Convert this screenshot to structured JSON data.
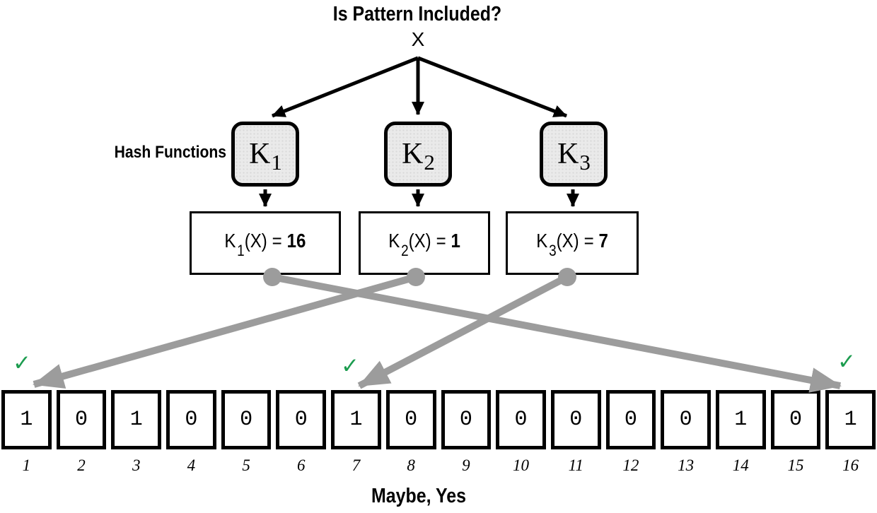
{
  "title": "Is Pattern Included?",
  "input": {
    "label": "X"
  },
  "hash_functions": {
    "label": "Hash Functions",
    "nodes": [
      {
        "name": "K",
        "sub": "1"
      },
      {
        "name": "K",
        "sub": "2"
      },
      {
        "name": "K",
        "sub": "3"
      }
    ]
  },
  "hash_results": [
    {
      "func": "K",
      "sub": "1",
      "arg": "(X)",
      "eq": "=",
      "value": "16"
    },
    {
      "func": "K",
      "sub": "2",
      "arg": "(X)",
      "eq": "=",
      "value": "1"
    },
    {
      "func": "K",
      "sub": "3",
      "arg": "(X)",
      "eq": "=",
      "value": "7"
    }
  ],
  "bit_array": {
    "cells": [
      {
        "index": "1",
        "value": "1",
        "checked": true
      },
      {
        "index": "2",
        "value": "0"
      },
      {
        "index": "3",
        "value": "1"
      },
      {
        "index": "4",
        "value": "0"
      },
      {
        "index": "5",
        "value": "0"
      },
      {
        "index": "6",
        "value": "0"
      },
      {
        "index": "7",
        "value": "1",
        "checked": true
      },
      {
        "index": "8",
        "value": "0"
      },
      {
        "index": "9",
        "value": "0"
      },
      {
        "index": "10",
        "value": "0"
      },
      {
        "index": "11",
        "value": "0"
      },
      {
        "index": "12",
        "value": "0"
      },
      {
        "index": "13",
        "value": "0"
      },
      {
        "index": "14",
        "value": "1"
      },
      {
        "index": "15",
        "value": "0"
      },
      {
        "index": "16",
        "value": "1",
        "checked": true
      }
    ]
  },
  "checks": {
    "icon": "✓",
    "checked_positions": [
      1,
      7,
      16
    ]
  },
  "result": {
    "label": "Maybe, Yes"
  },
  "colors": {
    "arrow_gray": "#9c9c9c",
    "check_green": "#1c9c4f",
    "hash_box_fill": "#eaeaea",
    "ink": "#000000"
  }
}
